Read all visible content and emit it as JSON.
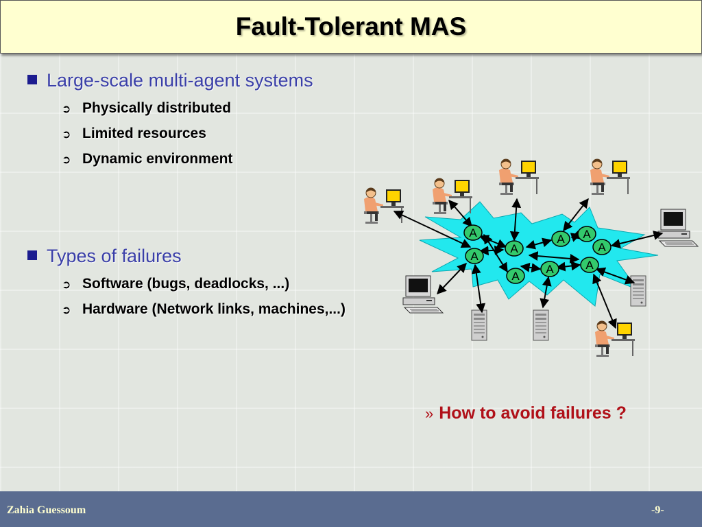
{
  "slide": {
    "title": "Fault-Tolerant MAS",
    "sections": [
      {
        "heading": "Large-scale multi-agent systems",
        "items": [
          "Physically distributed",
          "Limited resources",
          "Dynamic environment"
        ]
      },
      {
        "heading": "Types of failures",
        "items": [
          "Software (bugs, deadlocks, ...)",
          "Hardware (Network links, machines,...)"
        ]
      }
    ],
    "callout": "How to avoid failures ?",
    "footer": {
      "author": "Zahia Guessoum",
      "page": "-9-"
    }
  },
  "diagram": {
    "agent_label": "A",
    "colors": {
      "network_fill": "#22e8ee",
      "agent_fill": "#33c96c",
      "title_bg": "#ffffd0",
      "footer_bg": "#5a6c90",
      "heading_color": "#3a3fa8",
      "callout_color": "#b01018"
    }
  }
}
